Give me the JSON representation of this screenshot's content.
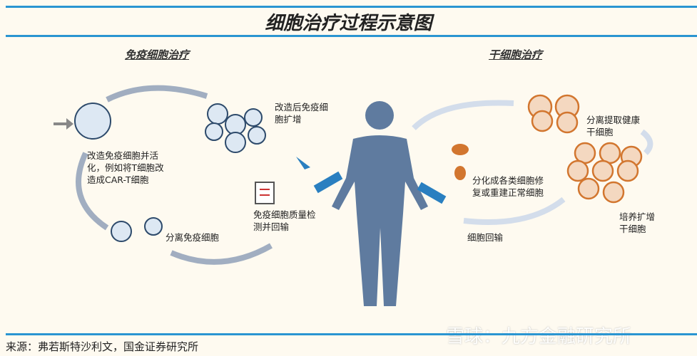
{
  "title": "细胞治疗过程示意图",
  "left": {
    "heading": "免疫细胞治疗",
    "labels": [
      "改造后免疫细胞扩增",
      "改造免疫细胞并活化，例如将T细胞改造成CAR-T细胞",
      "分离免疫细胞",
      "免疫细胞质量检测并回输"
    ]
  },
  "right": {
    "heading": "干细胞治疗",
    "labels": [
      "分离提取健康干细胞",
      "培养扩增干细胞",
      "分化成各类细胞修复或重建正常细胞",
      "细胞回输"
    ]
  },
  "source": "来源：弗若斯特沙利文，国金证券研究所",
  "watermark": "雪球：九方金融研究所"
}
